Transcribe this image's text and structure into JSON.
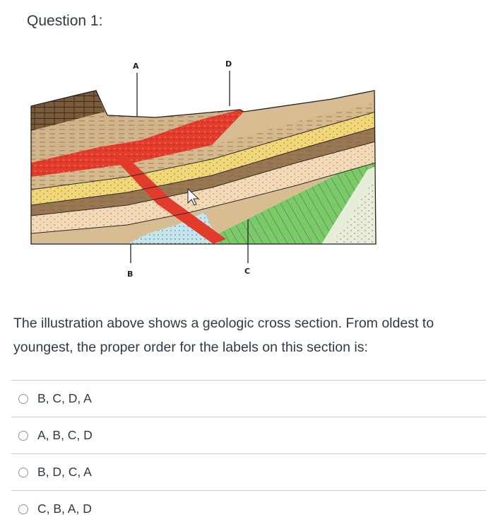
{
  "question": {
    "title": "Question 1:",
    "text": "The illustration above shows a geologic cross section. From oldest to youngest, the proper order for the labels on this section is:",
    "figure": {
      "labels": {
        "A": "A",
        "B": "B",
        "C": "C",
        "D": "D"
      }
    },
    "answers": [
      {
        "label": "B, C, D, A",
        "selected": false
      },
      {
        "label": "A, B, C, D",
        "selected": false
      },
      {
        "label": "B, D, C, A",
        "selected": false
      },
      {
        "label": "C, B, A, D",
        "selected": false
      }
    ]
  },
  "colors": {
    "text": "#2d3b45",
    "divider": "#c7cdd1",
    "intrusion": "#e23b2b",
    "tan_layer": "#d7b98e",
    "yellow_layer": "#f1d777",
    "brown_layer": "#9a7753",
    "green_layer": "#79c86a",
    "blue_layer": "#bfe3e8"
  }
}
